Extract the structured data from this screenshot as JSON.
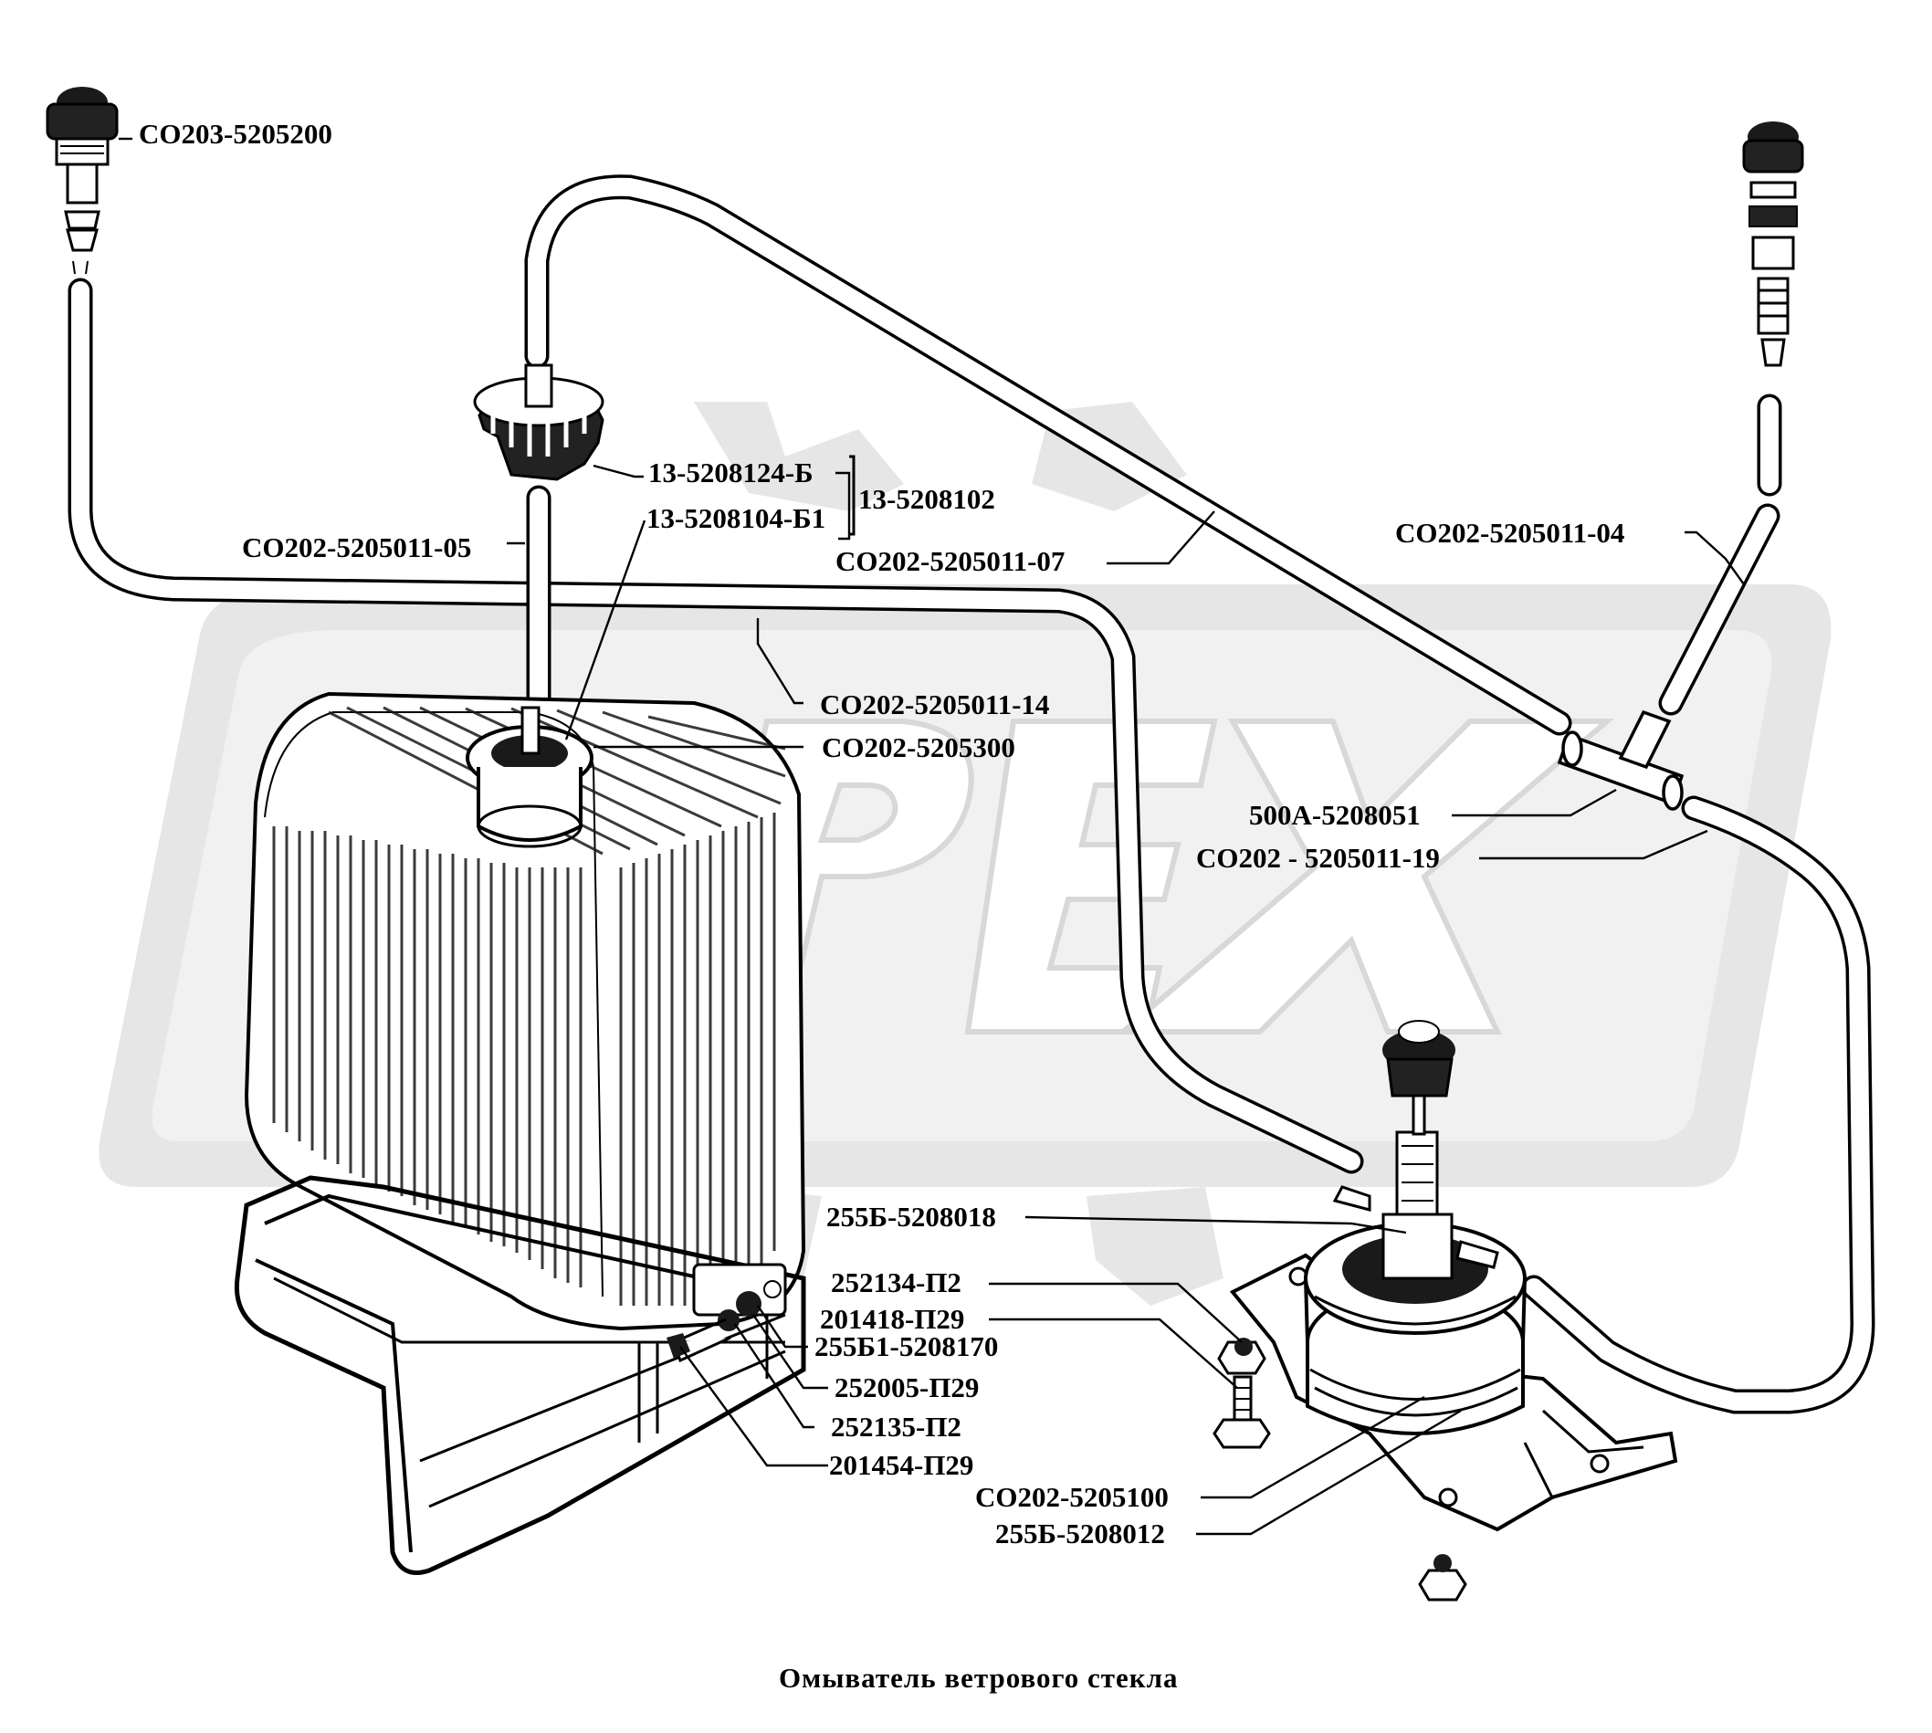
{
  "title": "Омыватель ветрового стекла",
  "watermark": {
    "text": "OPEX",
    "color": "#e3e3e3"
  },
  "labels": {
    "sprayer_left": "СО203-5205200",
    "cap_kit_top": "13-5208124-Б",
    "cap_kit_group": "13-5208102",
    "cap_kit_bottom": "13-5208104-Б1",
    "hose_05": "СО202-5205011-05",
    "hose_07": "СО202-5205011-07",
    "hose_04": "СО202-5205011-04",
    "hose_14": "СО202-5205011-14",
    "tank_neck": "СО202-5205300",
    "tee": "500А-5208051",
    "hose_19": "СО202 - 5205011-19",
    "pump_outlet": "255Б-5208018",
    "washer_252134": "252134-П2",
    "bolt_201418": "201418-П29",
    "bracket_255b1": "255Б1-5208170",
    "washer_252005": "252005-П29",
    "washer_252135": "252135-П2",
    "bolt_201454": "201454-П29",
    "pump": "СО202-5205100",
    "pump_bracket": "255Б-5208012"
  }
}
